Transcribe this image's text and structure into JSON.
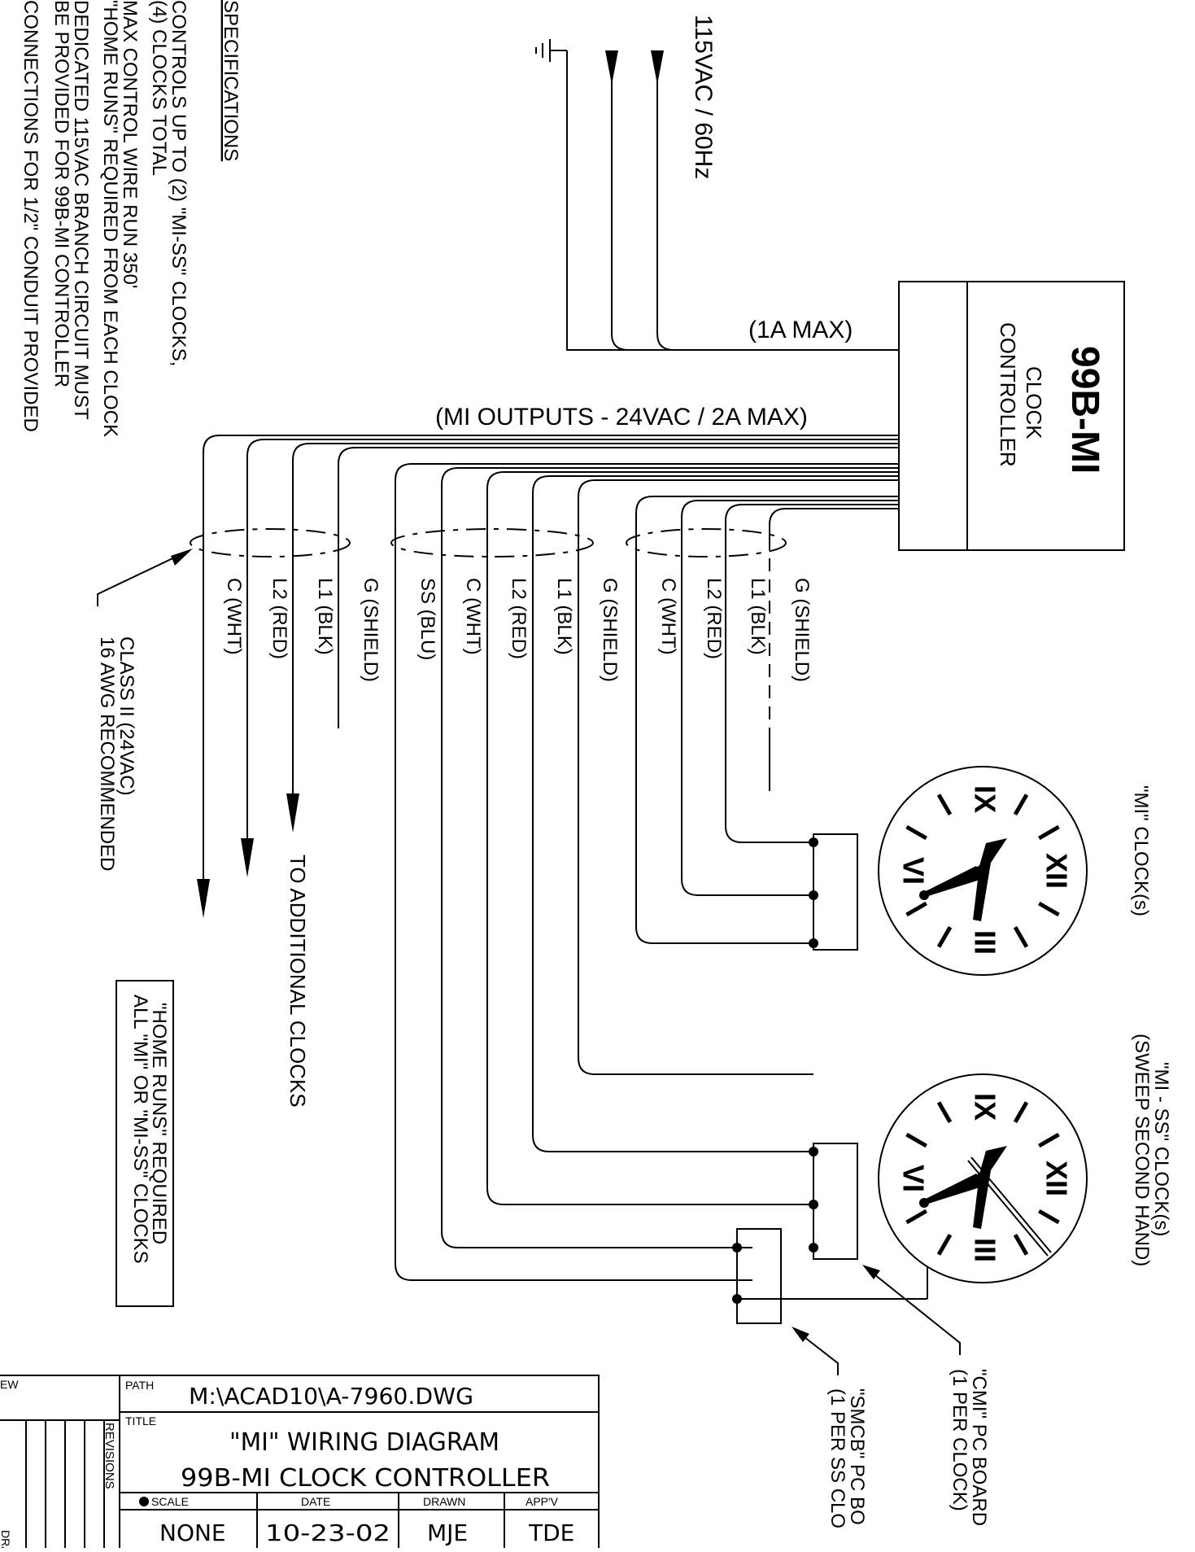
{
  "specifications": {
    "heading": "SPECIFICATIONS",
    "lines": [
      "CONTROLS UP TO (2) \"MI-SS\" CLOCKS,",
      "(4) CLOCKS TOTAL",
      "MAX CONTROL WIRE RUN 350'",
      "\"HOME RUNS\" REQUIRED FROM EACH CLOCK",
      "DEDICATED 115VAC BRANCH CIRCUIT MUST",
      "BE PROVIDED FOR 99B-MI CONTROLLER",
      "CONNECTIONS FOR 1/2\" CONDUIT PROVIDED"
    ]
  },
  "power": {
    "supply": "115VAC / 60Hz",
    "current": "(1A MAX)"
  },
  "controller": {
    "model": "99B-MI",
    "line1": "CLOCK",
    "line2": "CONTROLLER"
  },
  "outputs_label": "(MI OUTPUTS - 24VAC / 2A MAX)",
  "wire_groups": {
    "mi_clock_wires": [
      "G (SHIELD)",
      "L1 (BLK)",
      "L2 (RED)",
      "C (WHT)"
    ],
    "mi_ss_clock_wires": [
      "G (SHIELD)",
      "L1 (BLK)",
      "L2 (RED)",
      "C (WHT)",
      "SS (BLU)"
    ],
    "additional_wires": [
      "G (SHIELD)",
      "L1 (BLK)",
      "L2 (RED)",
      "C (WHT)"
    ]
  },
  "cable_note": {
    "line1": "CLASS II (24VAC)",
    "line2": "16 AWG RECOMMENDED"
  },
  "additional_clocks": "TO ADDITIONAL CLOCKS",
  "home_runs_note": {
    "line1": "\"HOME RUNS\" REQUIRED",
    "line2": "ALL \"MI\" OR \"MI-SS\" CLOCKS"
  },
  "clocks": {
    "mi": {
      "label": "\"MI\" CLOCK(s)"
    },
    "mi_ss": {
      "label1": "\"MI - SS\" CLOCK(s)",
      "label2": "(SWEEP SECOND HAND)"
    },
    "numerals": {
      "top": "IX",
      "right": "XII",
      "bottom": "III",
      "left": "VI"
    }
  },
  "boards": {
    "cmi": {
      "line1": "\"CMI\" PC BOARD",
      "line2": "(1 PER CLOCK)"
    },
    "smcb": {
      "line1": "\"SMCB\" PC BO",
      "line2": "(1 PER SS CLO"
    }
  },
  "title_block": {
    "path_label": "PATH",
    "path": "M:\\ACAD10\\A-7960.DWG",
    "title_label": "TITLE",
    "title_line1": "\"MI\" WIRING DIAGRAM",
    "title_line2": "99B-MI CLOCK CONTROLLER",
    "revisions_label": "REVISIONS",
    "scale_label": "SCALE",
    "scale": "NONE",
    "date_label": "DATE",
    "date": "10-23-02",
    "drawn_label": "DRAWN",
    "drawn": "MJE",
    "appv_label": "APP'V",
    "appv": "TDE",
    "view_label": "EW",
    "drawing_label": "DRAWING"
  }
}
